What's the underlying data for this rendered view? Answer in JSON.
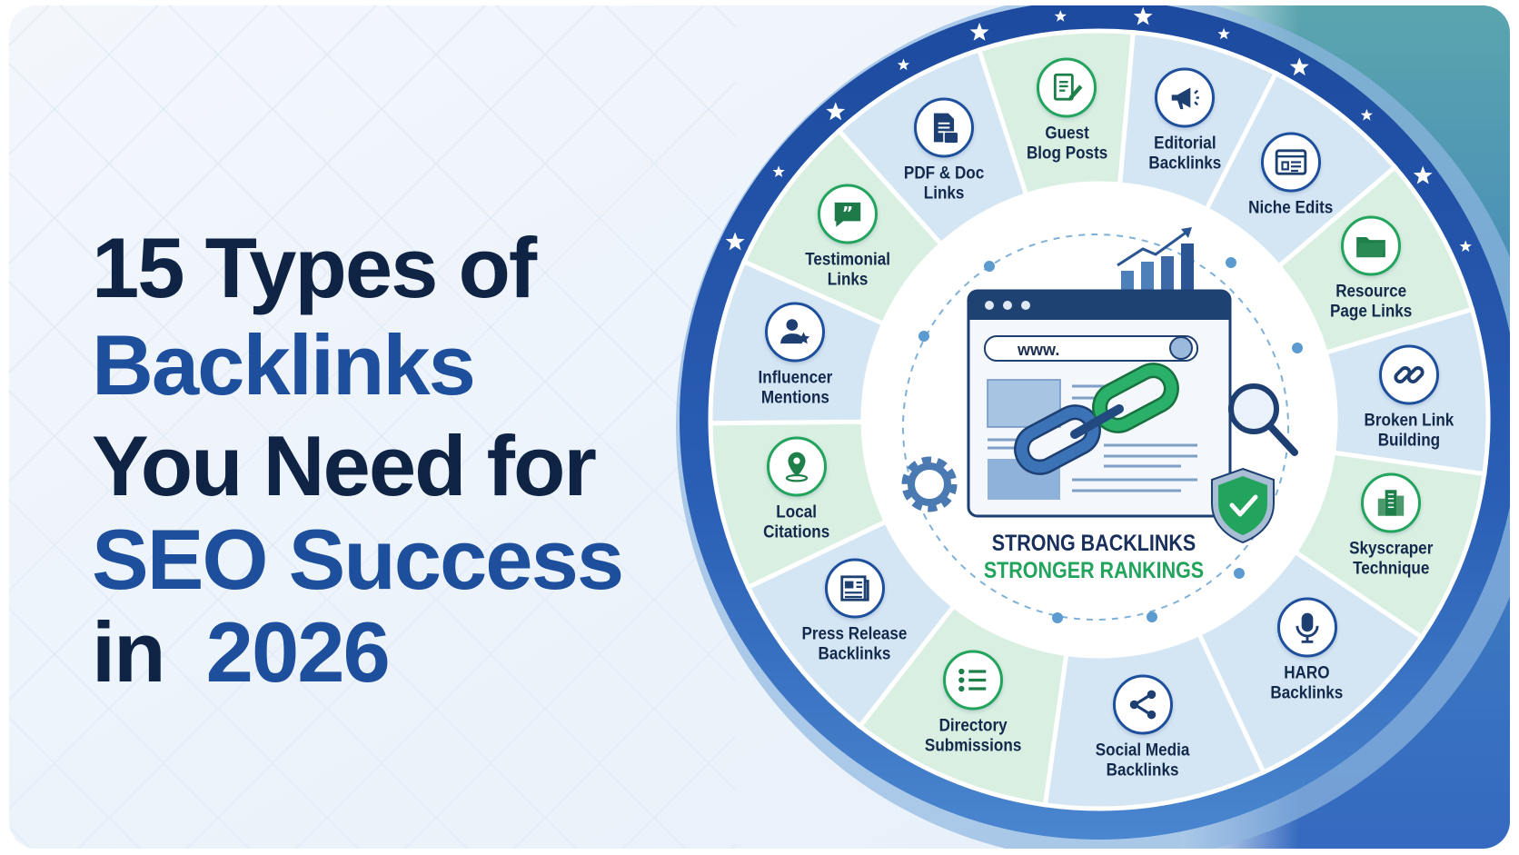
{
  "title": {
    "line1": "15 Types of",
    "line2": "Backlinks",
    "line3": "You Need for",
    "line4": "SEO Success",
    "line5_prefix": "in",
    "line5_year": "2026"
  },
  "center": {
    "url_text": "www.",
    "headline": "STRONG BACKLINKS",
    "subheadline": "STRONGER RANKINGS"
  },
  "colors": {
    "navy": "#0f2444",
    "brand_blue": "#1d4f9c",
    "accent_green": "#22a45d",
    "segment_blue": "#d4e6f4",
    "segment_green": "#d8efe1",
    "ring_blue": "#1f4fa3",
    "background": "#eef4fb"
  },
  "items": [
    {
      "label": "Guest\nBlog Posts",
      "icon": "document-pencil-icon",
      "tone": "green"
    },
    {
      "label": "Editorial\nBacklinks",
      "icon": "megaphone-icon",
      "tone": "blue"
    },
    {
      "label": "Niche Edits",
      "icon": "browser-edit-icon",
      "tone": "blue"
    },
    {
      "label": "Resource\nPage Links",
      "icon": "folder-icon",
      "tone": "green"
    },
    {
      "label": "Broken Link\nBuilding",
      "icon": "link-icon",
      "tone": "blue"
    },
    {
      "label": "Skyscraper\nTechnique",
      "icon": "building-icon",
      "tone": "green"
    },
    {
      "label": "HARO\nBacklinks",
      "icon": "microphone-icon",
      "tone": "blue"
    },
    {
      "label": "Social Media\nBacklinks",
      "icon": "share-icon",
      "tone": "blue"
    },
    {
      "label": "Directory\nSubmissions",
      "icon": "list-icon",
      "tone": "green"
    },
    {
      "label": "Press Release\nBacklinks",
      "icon": "newspaper-icon",
      "tone": "blue"
    },
    {
      "label": "Local\nCitations",
      "icon": "map-pin-icon",
      "tone": "green"
    },
    {
      "label": "Influencer\nMentions",
      "icon": "person-star-icon",
      "tone": "blue"
    },
    {
      "label": "Testimonial\nLinks",
      "icon": "quote-bubble-icon",
      "tone": "green"
    },
    {
      "label": "PDF & Doc\nLinks",
      "icon": "pdf-document-icon",
      "tone": "blue"
    }
  ]
}
